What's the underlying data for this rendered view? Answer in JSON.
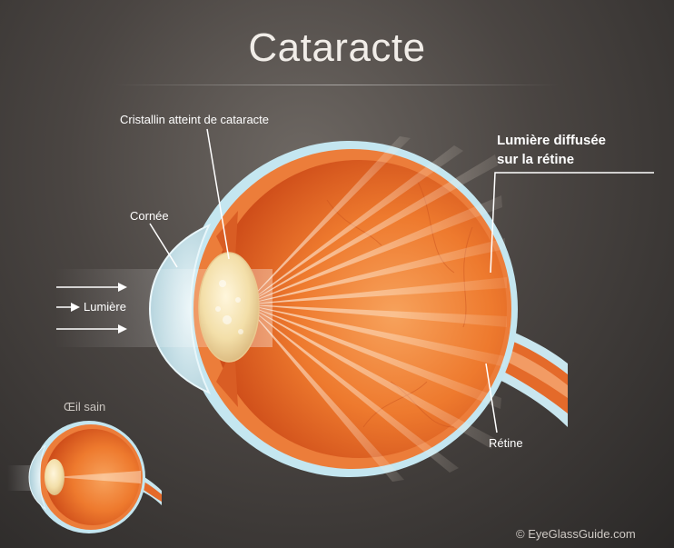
{
  "title": "Cataracte",
  "labels": {
    "lens": "Cristallin atteint de cataracte",
    "cornea": "Cornée",
    "light": "Lumière",
    "scattered_line1": "Lumière diffusée",
    "scattered_line2": "sur la rétine",
    "retina": "Rétine",
    "healthy_eye": "Œil sain"
  },
  "copyright": "© EyeGlassGuide.com",
  "colors": {
    "background": "#4a4542",
    "eye_outer": "#bfe4ef",
    "eye_interior": "#ef7a2e",
    "lens": "#f6e6b8",
    "text": "#ffffff"
  }
}
